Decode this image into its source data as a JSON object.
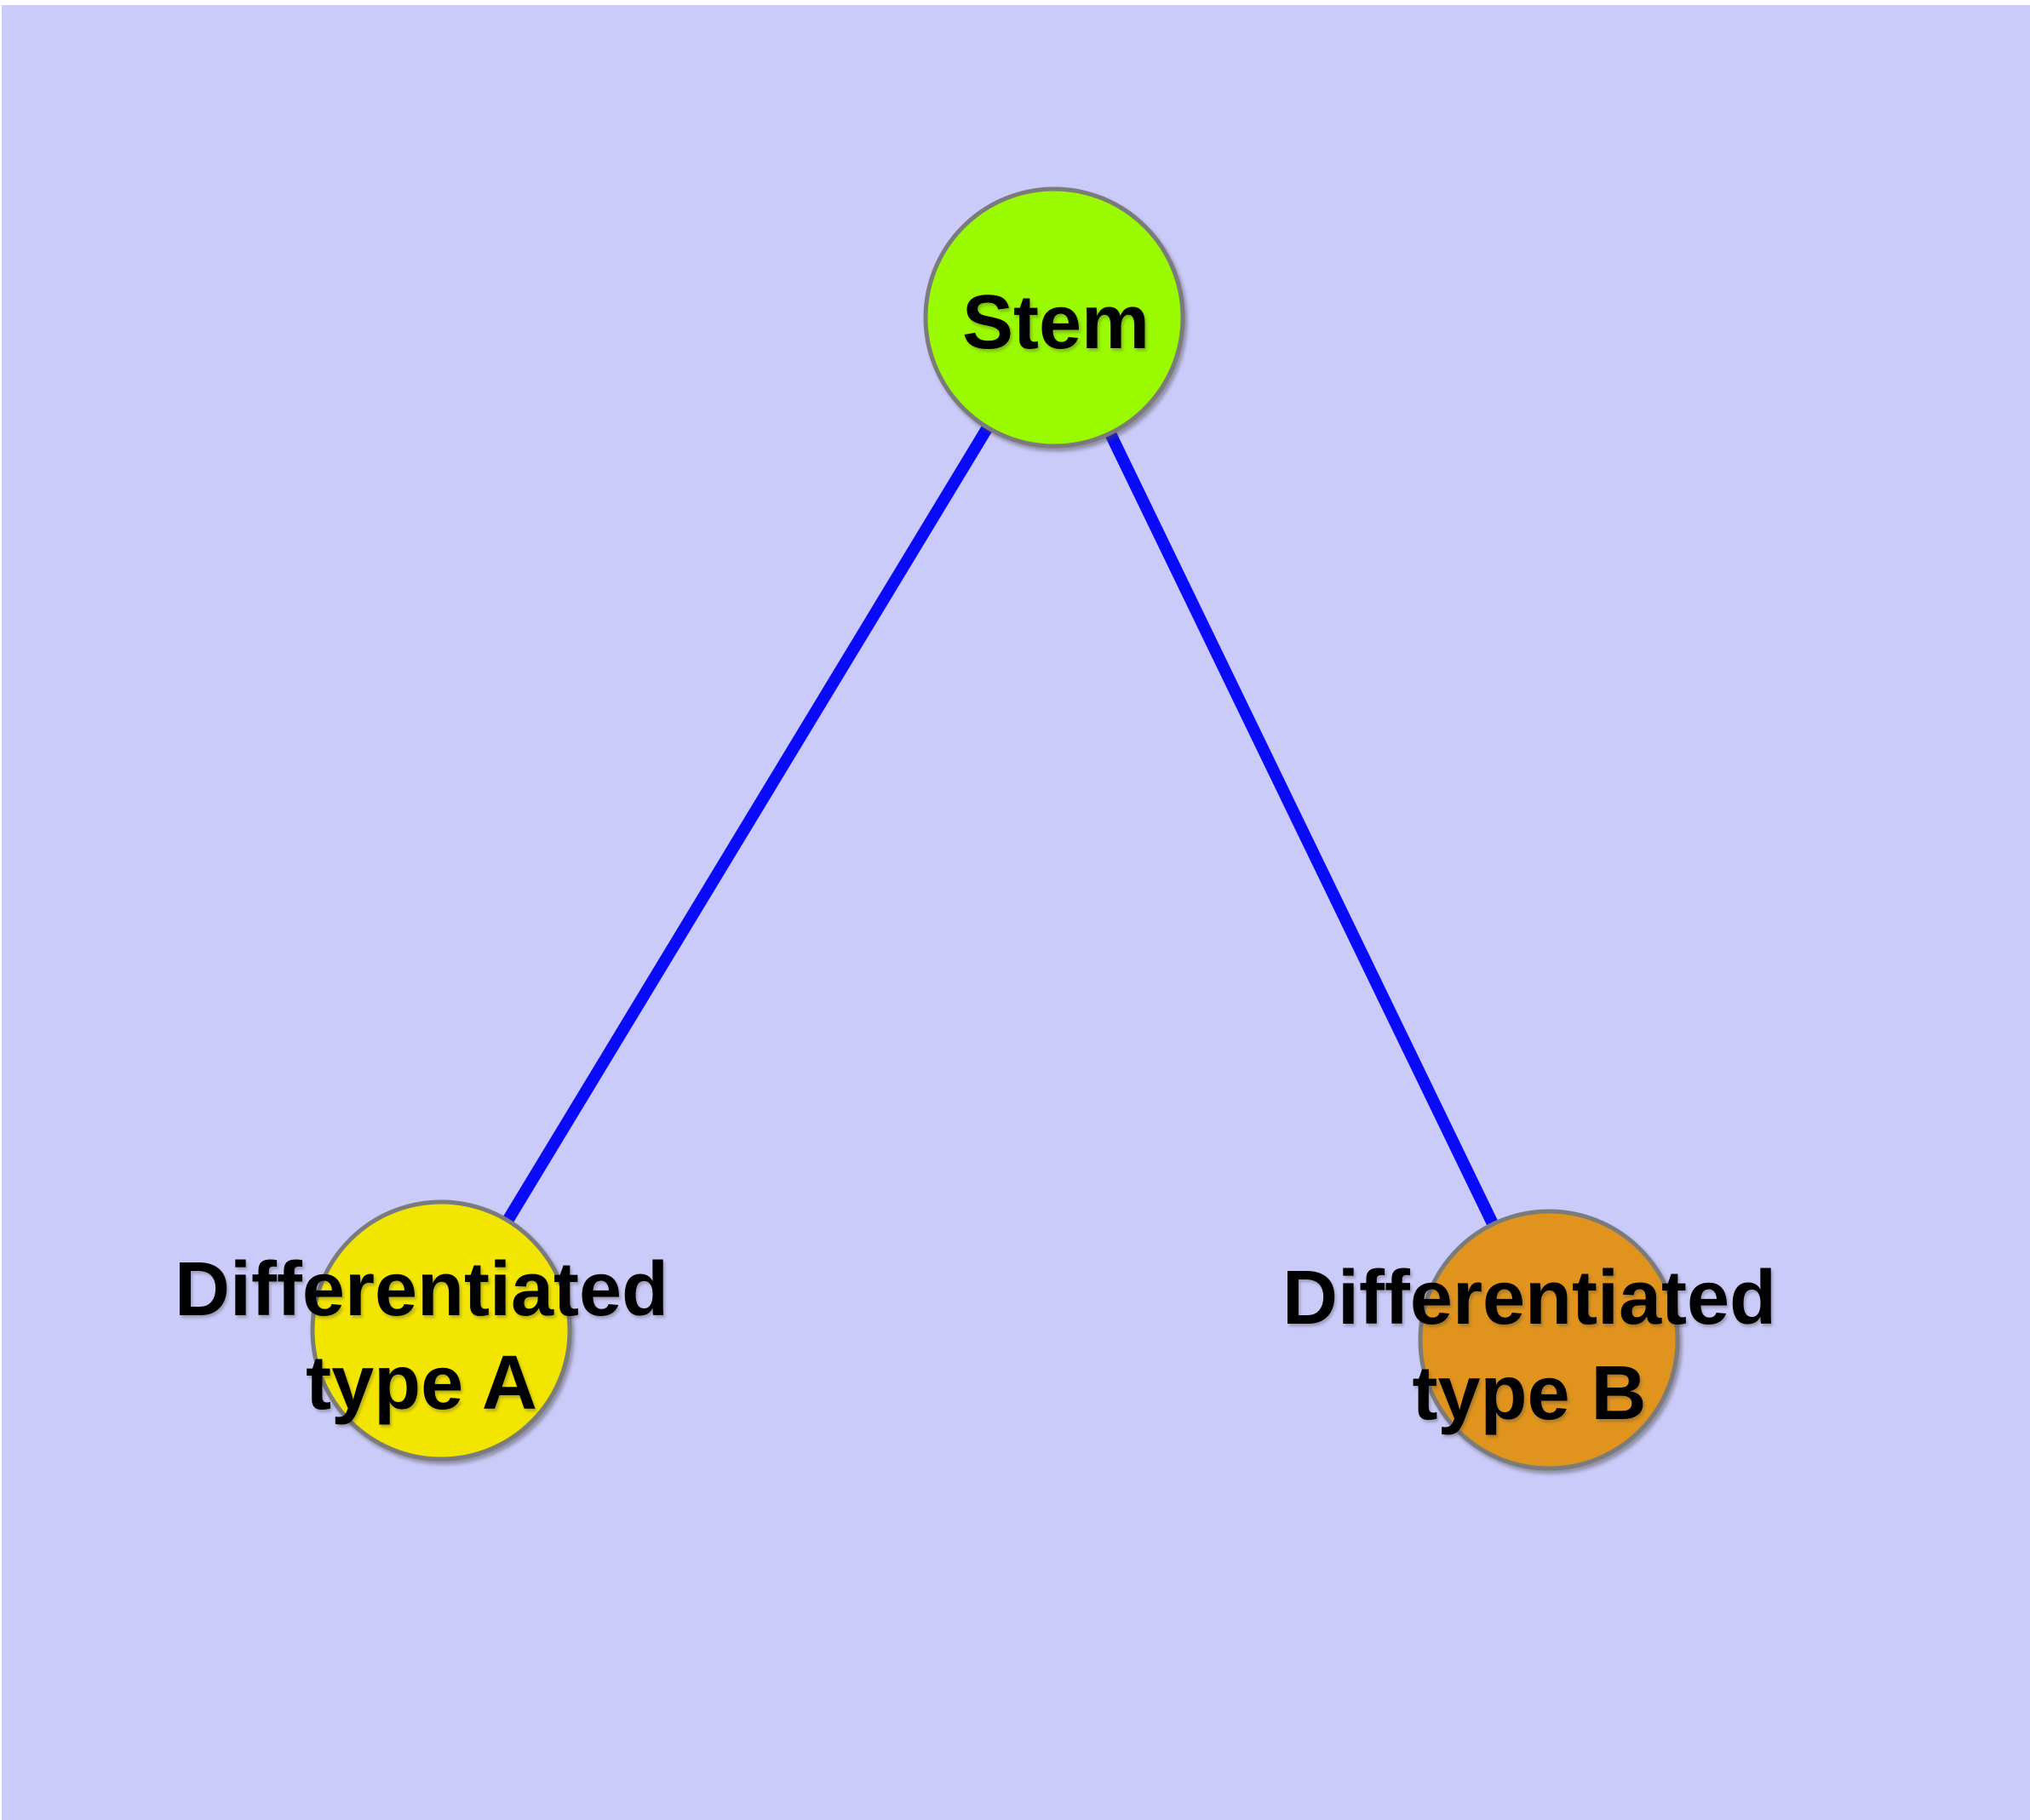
{
  "figure": {
    "type": "node-link-diagram",
    "description_topic": "stem cell differentiation tree"
  },
  "colors": {
    "page_margin": "#FFFFFF",
    "background": "#CBCBF9",
    "edge": "#0A0AFA",
    "node_border": "#7B7B7B",
    "label_text": "#000000",
    "stem_fill": "#9AFA00",
    "type_a_fill": "#F2E500",
    "type_b_fill": "#E0941E"
  },
  "nodes": {
    "stem": {
      "label": "Stem"
    },
    "type_a": {
      "label_line1": "Differentiated",
      "label_line2": "type A"
    },
    "type_b": {
      "label_line1": "Differentiated",
      "label_line2": "type B"
    }
  },
  "edges": [
    {
      "from": "Stem",
      "to": "Differentiated type A"
    },
    {
      "from": "Stem",
      "to": "Differentiated type B"
    }
  ]
}
